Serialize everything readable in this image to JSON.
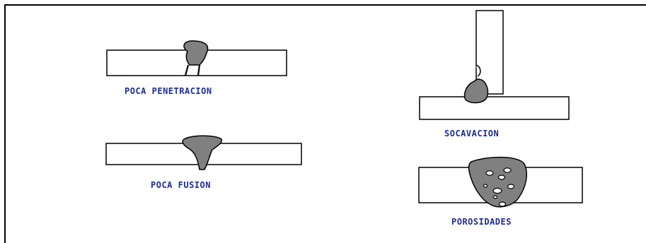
{
  "diagrams": {
    "poca_penetracion": {
      "label": "POCA PENETRACION"
    },
    "poca_fusion": {
      "label": "POCA FUSION"
    },
    "socavacion": {
      "label": "SOCAVACION"
    },
    "porosidades": {
      "label": "POROSIDADES"
    }
  },
  "colors": {
    "weld": "#7f7f7f",
    "label": "#1c2c9a",
    "line": "#000000"
  }
}
